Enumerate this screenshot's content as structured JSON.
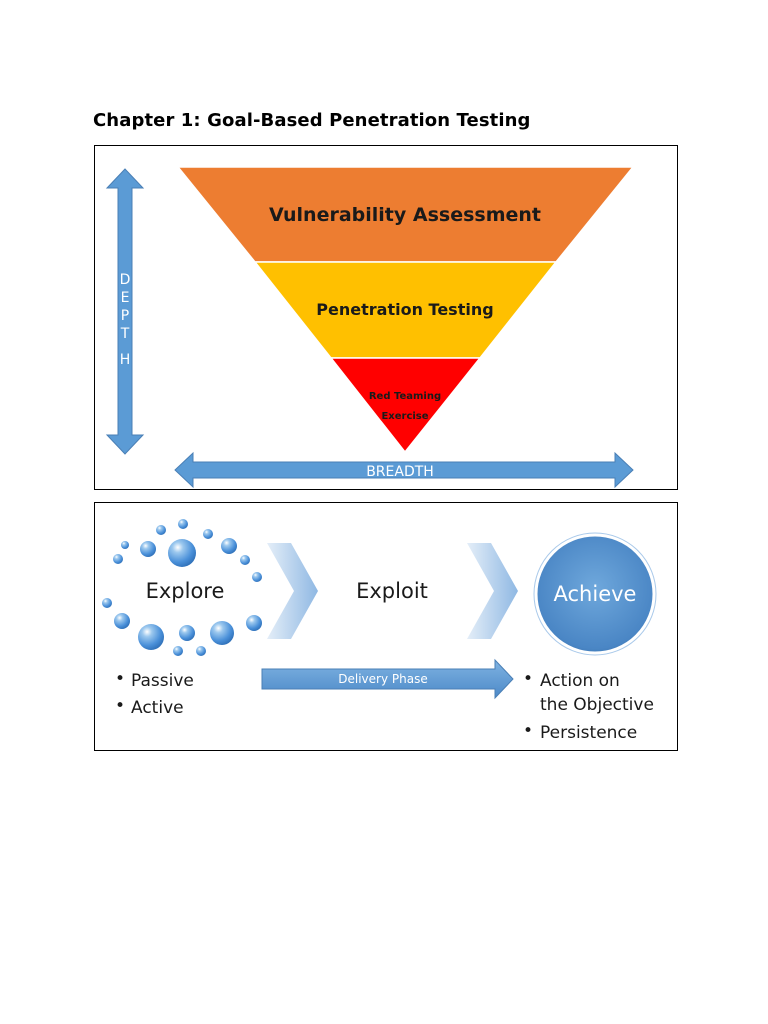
{
  "page": {
    "chapter_title": "Chapter 1: Goal-Based Penetration Testing"
  },
  "pyramid": {
    "levels": [
      {
        "label": "Vulnerability Assessment",
        "color": "#ED7D31"
      },
      {
        "label": "Penetration Testing",
        "color": "#FFC000"
      },
      {
        "label_lines": [
          "Red Teaming",
          "Exercise"
        ],
        "color": "#FF0000"
      }
    ],
    "depth_letters": [
      "D",
      "E",
      "P",
      "T",
      "H"
    ],
    "breadth_label": "BREADTH",
    "arrow_color": "#5B9BD5"
  },
  "process": {
    "stages": [
      "Explore",
      "Exploit",
      "Achieve"
    ],
    "delivery_label": "Delivery Phase",
    "explore_bullets": [
      "Passive",
      "Active"
    ],
    "achieve_bullets": [
      {
        "lines": [
          "Action on",
          "the Objective"
        ]
      },
      {
        "lines": [
          "Persistence"
        ]
      }
    ],
    "bullet_char": "•",
    "accent_color": "#5B9BD5"
  }
}
